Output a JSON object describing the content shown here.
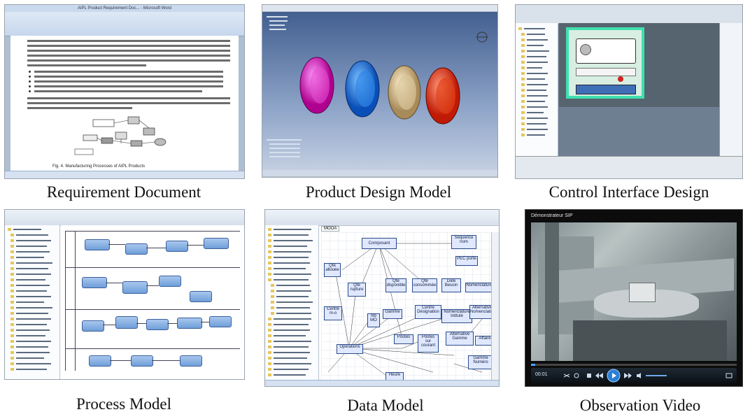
{
  "panels": [
    {
      "id": "requirement-document",
      "caption": "Requirement Document"
    },
    {
      "id": "product-design-model",
      "caption": "Product Design Model"
    },
    {
      "id": "control-interface-design",
      "caption": "Control Interface Design"
    },
    {
      "id": "process-model",
      "caption": "Process Model"
    },
    {
      "id": "data-model",
      "caption": "Data Model"
    },
    {
      "id": "observation-video",
      "caption": "Observation Video"
    }
  ],
  "word": {
    "title": "AIPL Product Requirement Doc... - Microsoft Word",
    "figure_caption": "Fig. 4. Manufacturing Processes of AIPL Products"
  },
  "data_model": {
    "tab": "MOOA",
    "boxes": [
      "Composant",
      "Sequence nom",
      "PEC porte",
      "Qté allouée",
      "Qté disponible",
      "Qté consommée",
      "Date Besoin",
      "Nomenclature",
      "Qté rupture",
      "Centre m-o",
      "Nb MO",
      "Gamme",
      "Centre Désignation",
      "Nomenclature Intitulé",
      "Alternative Nomenclature",
      "Alternative Gamme",
      "Postes",
      "Postes sur courant",
      "Affaire",
      "Opérations",
      "Gamme Numéro",
      "Heure"
    ]
  },
  "video": {
    "title": "Démonstrateur SIP",
    "time": "00:01"
  }
}
